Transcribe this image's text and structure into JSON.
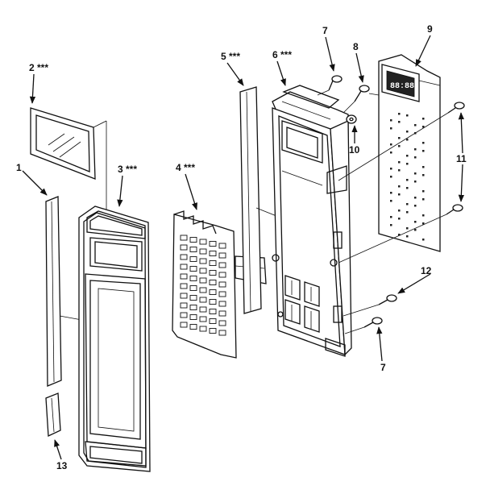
{
  "callouts": {
    "c1": "1",
    "c2": "2 ***",
    "c3": "3 ***",
    "c4": "4 ***",
    "c5": "5 ***",
    "c6": "6 ***",
    "c7a": "7",
    "c7b": "7",
    "c8": "8",
    "c9": "9",
    "c10": "10",
    "c11": "11",
    "c12": "12",
    "c13": "13"
  },
  "display_readout": "88:88"
}
